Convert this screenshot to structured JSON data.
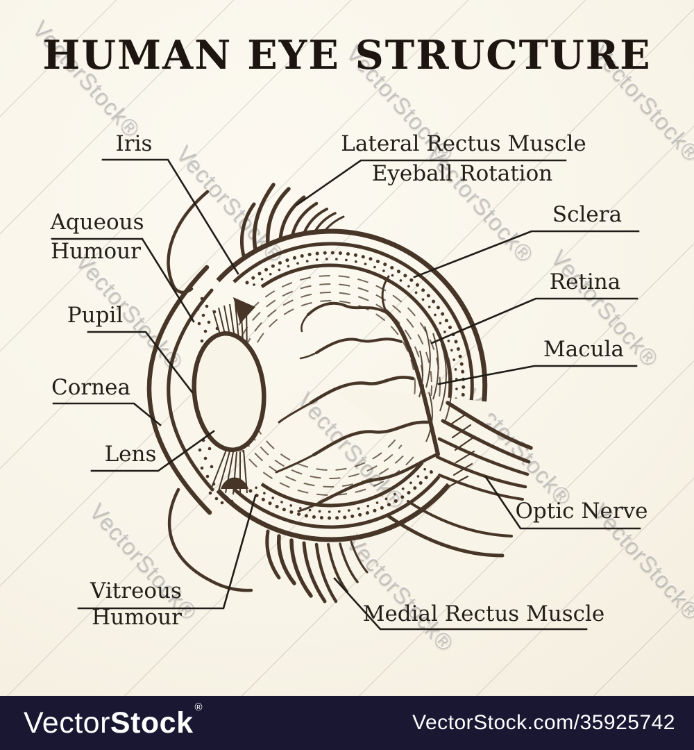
{
  "title": "HUMAN EYE STRUCTURE",
  "diagram": {
    "labels": {
      "iris": {
        "text": "Iris"
      },
      "lateral_rectus": {
        "line1": "Lateral Rectus Muscle",
        "line2": "Eyeball Rotation"
      },
      "sclera": {
        "text": "Sclera"
      },
      "retina": {
        "text": "Retina"
      },
      "macula": {
        "text": "Macula"
      },
      "aqueous_humour": {
        "line1": "Aqueous",
        "line2": "Humour"
      },
      "pupil": {
        "text": "Pupil"
      },
      "cornea": {
        "text": "Cornea"
      },
      "lens": {
        "text": "Lens"
      },
      "vitreous_humour": {
        "line1": "Vitreous",
        "line2": "Humour"
      },
      "optic_nerve": {
        "text": "Optic Nerve"
      },
      "medial_rectus": {
        "text": "Medial Rectus Muscle"
      }
    }
  },
  "watermark": {
    "diagonal_text": "VectorStock®",
    "footer_brand_light": "Vector",
    "footer_brand_bold": "Stock",
    "footer_registered": "®",
    "footer_credit": "VectorStock.com/35925742"
  },
  "colors": {
    "ink": "#473627",
    "label_ink": "#221e18",
    "background": "#f8f4e8",
    "footer_bg": "#191732",
    "watermark_gray": "#8a8680"
  }
}
